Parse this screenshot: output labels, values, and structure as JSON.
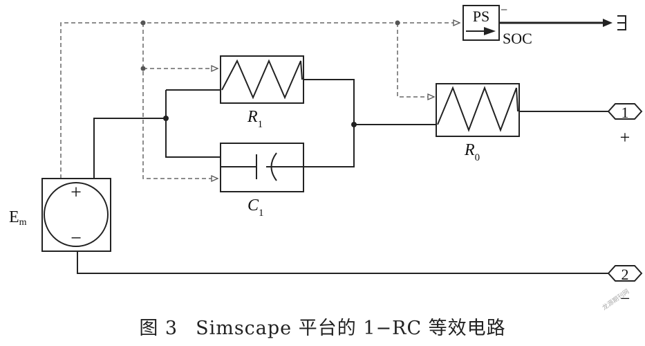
{
  "diagram": {
    "r1": {
      "name": "R",
      "sub": "1"
    },
    "c1": {
      "name": "C",
      "sub": "1"
    },
    "r0": {
      "name": "R",
      "sub": "0"
    },
    "em": {
      "name": "E",
      "sub": "m"
    },
    "source_plus": "+",
    "source_minus": "−",
    "ps_block": {
      "text": "PS",
      "minus": "−"
    },
    "soc_label": "SOC",
    "port1": {
      "number": "1",
      "polarity": "+"
    },
    "port2": {
      "number": "2",
      "polarity": "−"
    }
  },
  "caption": {
    "figure_no": "图 3",
    "text": "Simscape 平台的 1−RC 等效电路"
  },
  "watermark": "龙源期刊网"
}
